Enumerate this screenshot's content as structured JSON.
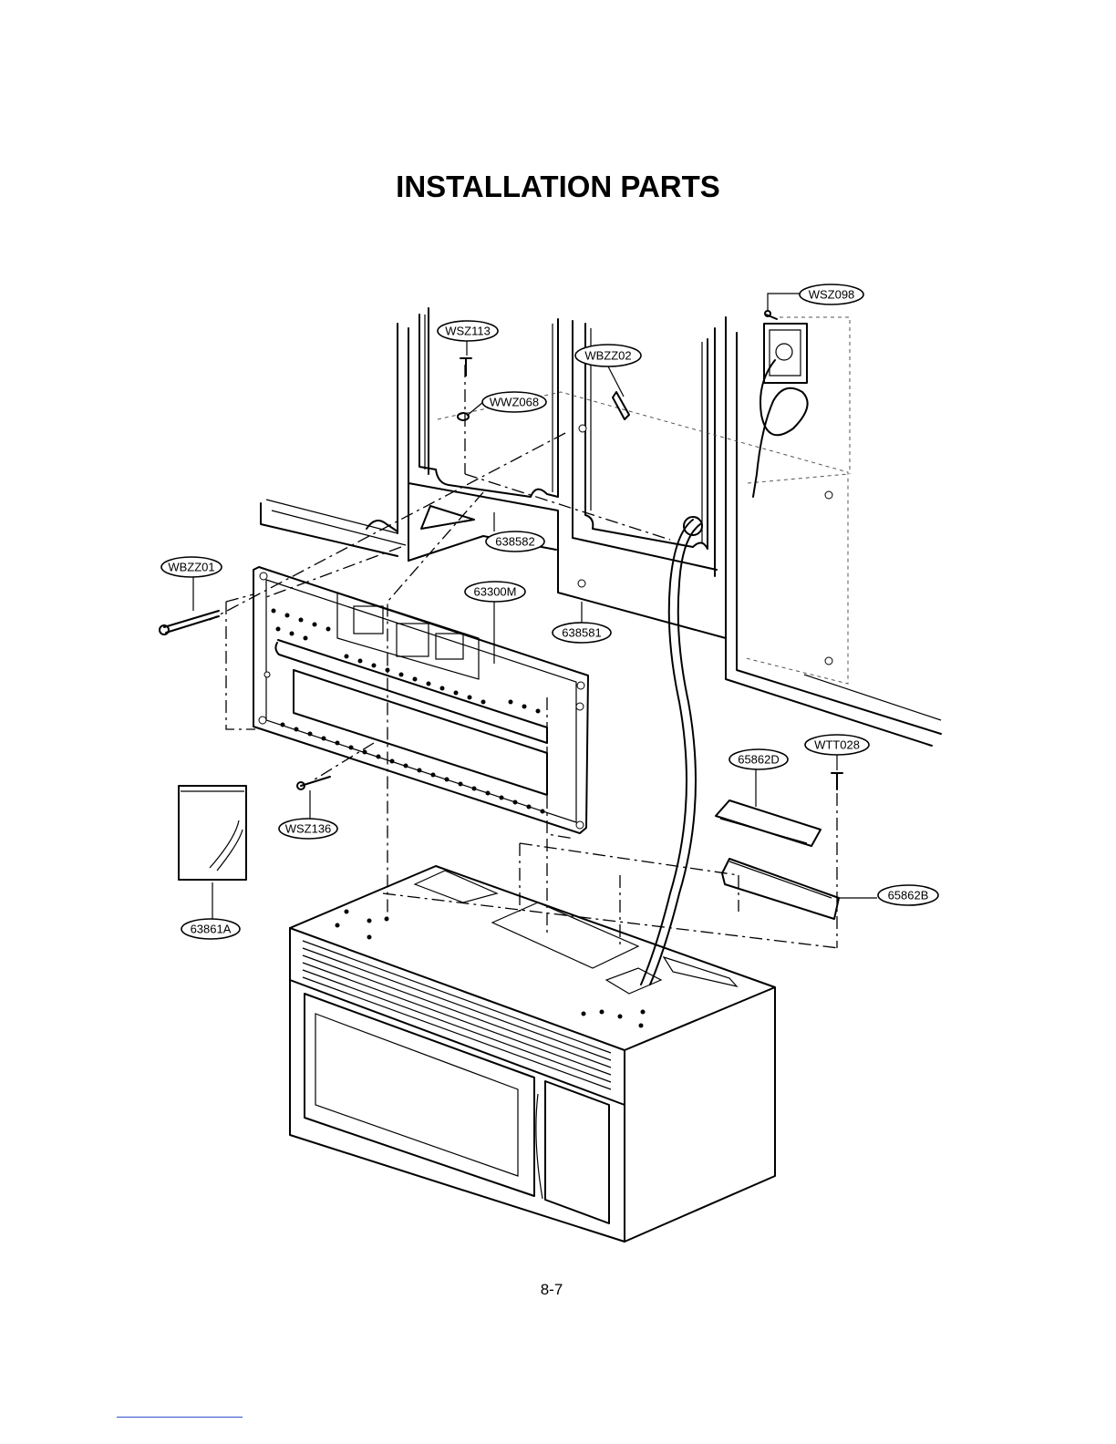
{
  "title": "INSTALLATION PARTS",
  "page_number": "8-7",
  "parts": [
    {
      "id": "wsz098",
      "label": "WSZ098"
    },
    {
      "id": "wsz113",
      "label": "WSZ113"
    },
    {
      "id": "wbzz02",
      "label": "WBZZ02"
    },
    {
      "id": "wwz068",
      "label": "WWZ068"
    },
    {
      "id": "p638582",
      "label": "638582"
    },
    {
      "id": "wbzz01",
      "label": "WBZZ01"
    },
    {
      "id": "p63300m",
      "label": "63300M"
    },
    {
      "id": "p638581",
      "label": "638581"
    },
    {
      "id": "p65862d",
      "label": "65862D"
    },
    {
      "id": "wtt028",
      "label": "WTT028"
    },
    {
      "id": "wsz136",
      "label": "WSZ136"
    },
    {
      "id": "p63861a",
      "label": "63861A"
    },
    {
      "id": "p65862b",
      "label": "65862B"
    }
  ]
}
